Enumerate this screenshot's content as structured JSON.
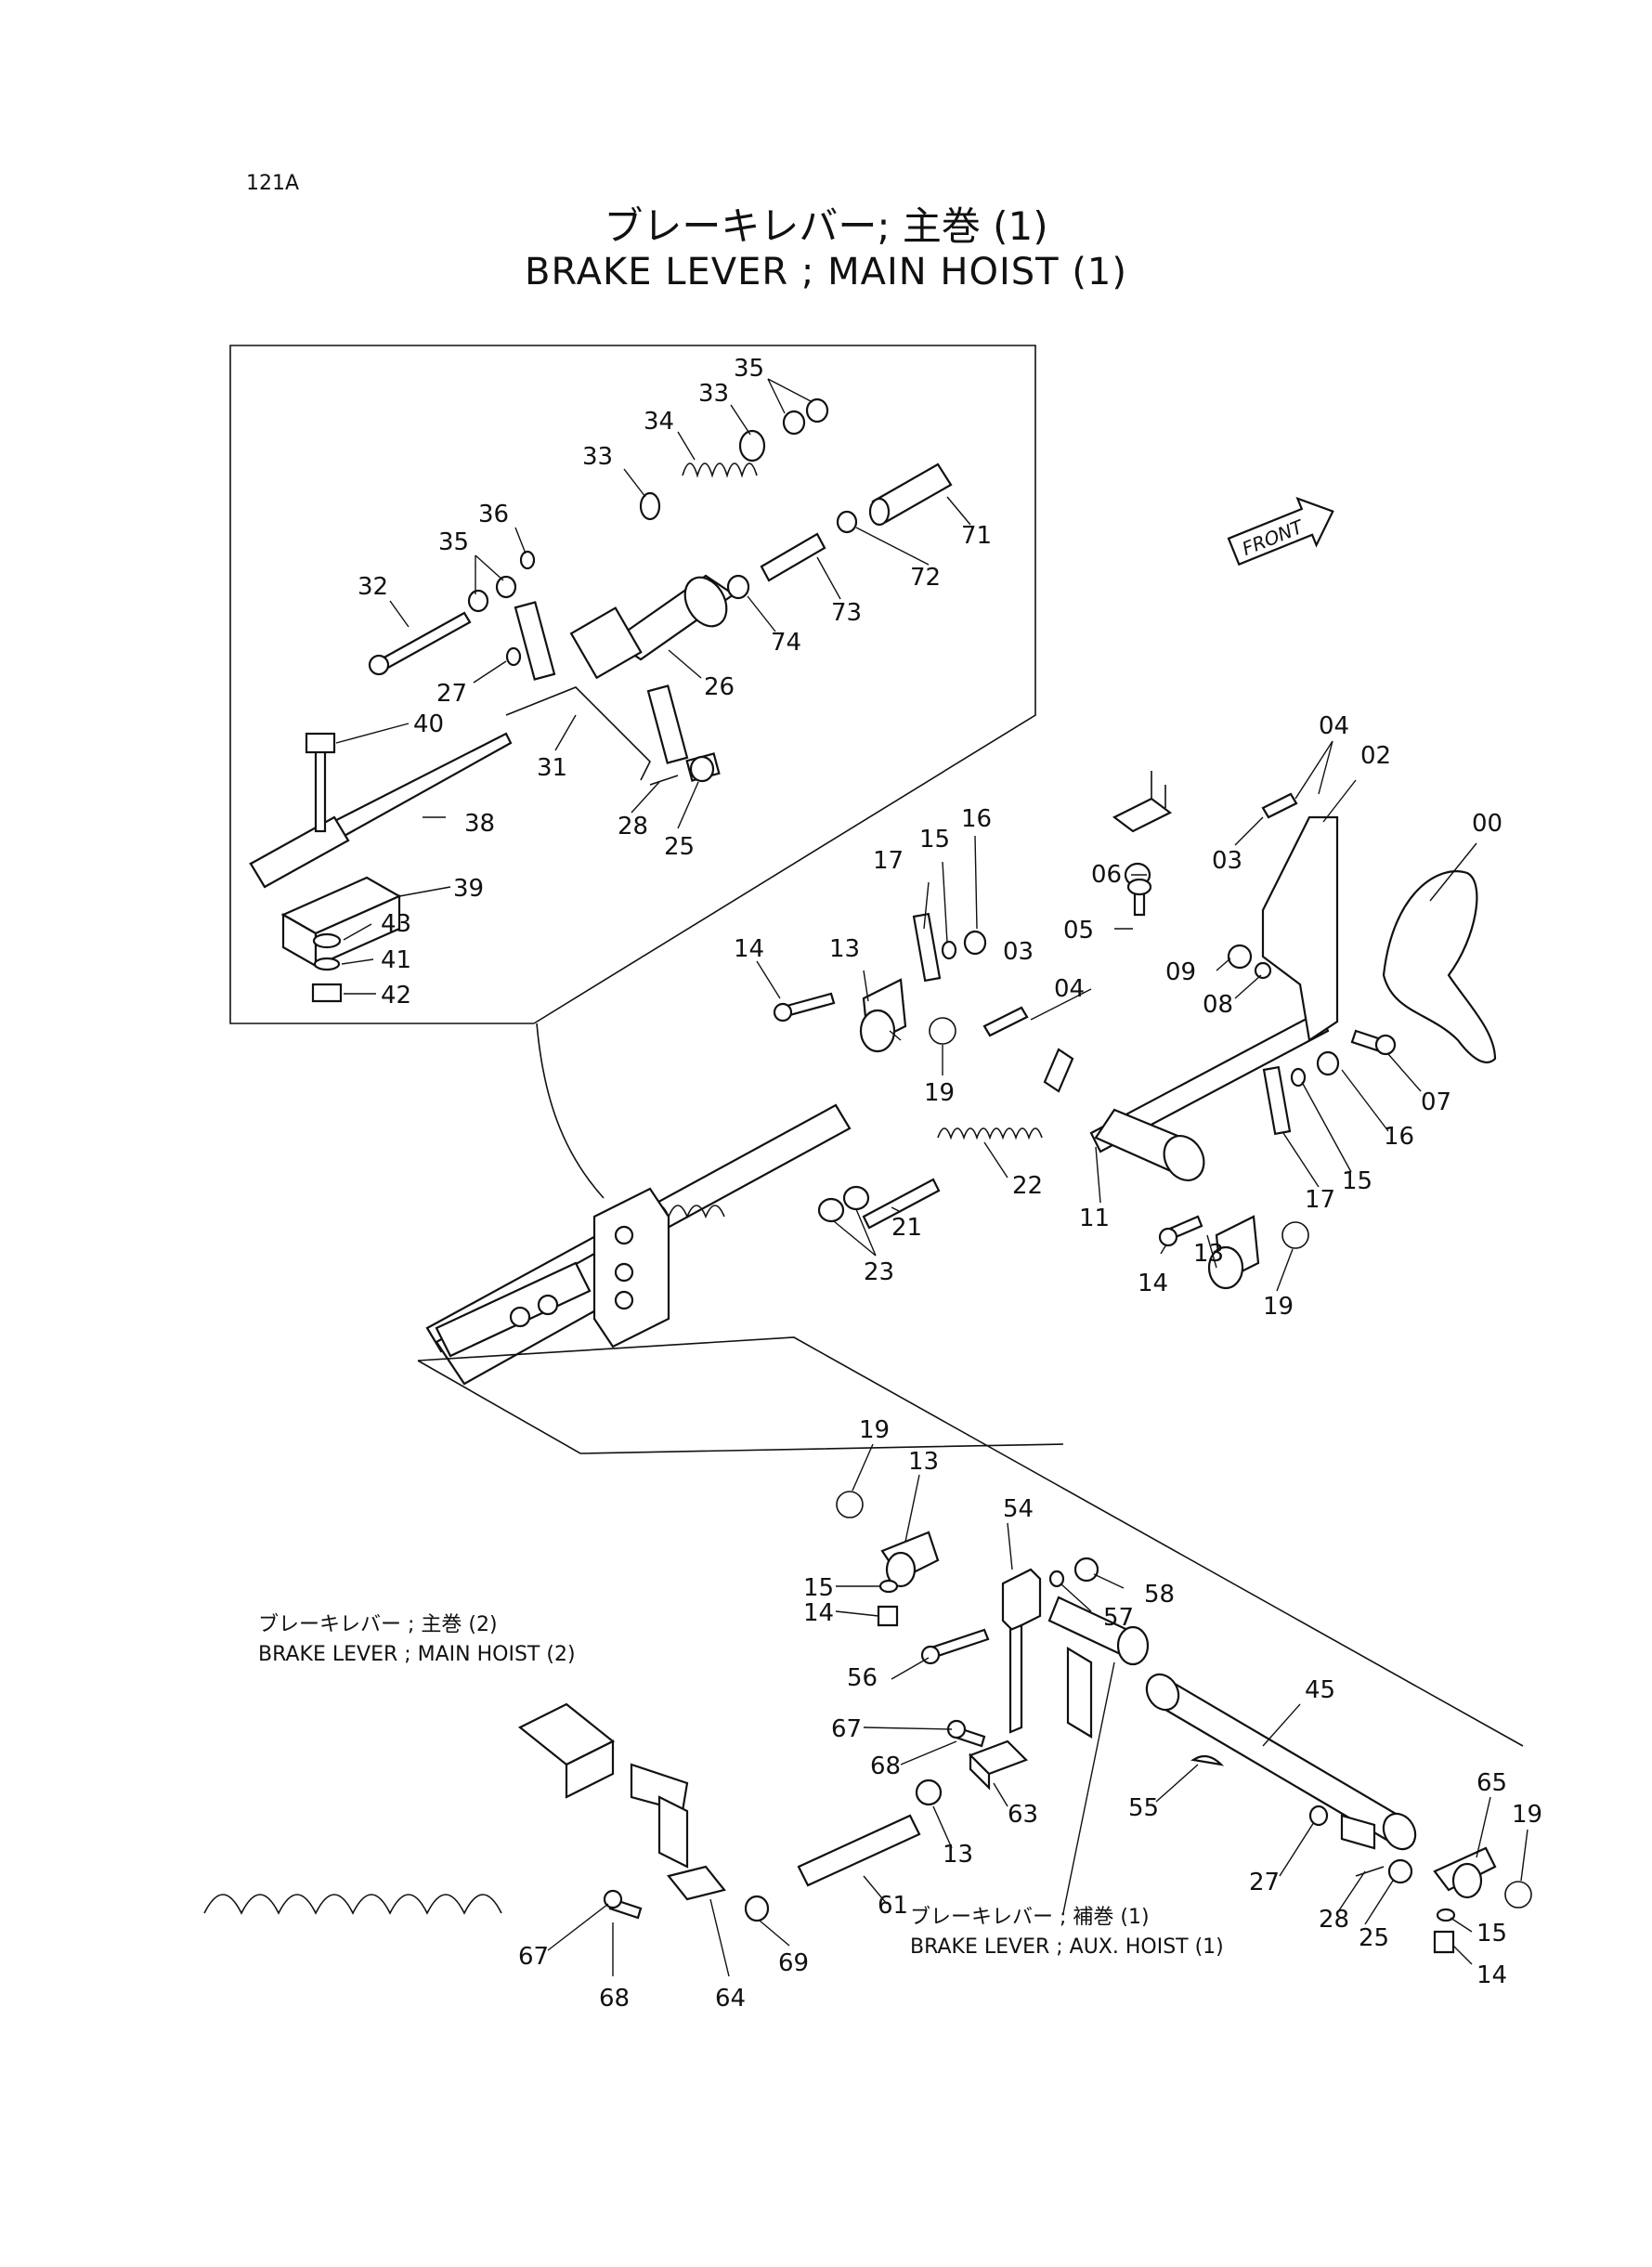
{
  "page_code": "121A",
  "title_jp": "ブレーキレバー; 主巻 (1)",
  "title_en": "BRAKE LEVER ; MAIN HOIST (1)",
  "front_label": "FRONT",
  "references": [
    {
      "jp": "ブレーキレバー ; 主巻 (2)",
      "en": "BRAKE LEVER ; MAIN HOIST (2)"
    },
    {
      "jp": "ブレーキレバー ; 補巻 (1)",
      "en": "BRAKE LEVER ; AUX. HOIST (1)"
    }
  ],
  "callouts": {
    "detail": [
      "35",
      "33",
      "34",
      "33",
      "36",
      "35",
      "71",
      "72",
      "32",
      "73",
      "74",
      "26",
      "27",
      "40",
      "31",
      "28",
      "25",
      "38",
      "39",
      "43",
      "41",
      "42"
    ],
    "middle": [
      "04",
      "02",
      "00",
      "03",
      "16",
      "06",
      "15",
      "17",
      "05",
      "13",
      "03",
      "04",
      "09",
      "14",
      "08",
      "07",
      "19",
      "16",
      "22",
      "15",
      "17",
      "21",
      "11",
      "14",
      "13",
      "23",
      "19"
    ],
    "bottom": [
      "19",
      "13",
      "54",
      "58",
      "15",
      "57",
      "14",
      "56",
      "45",
      "67",
      "68",
      "63",
      "55",
      "65",
      "13",
      "19",
      "27",
      "61",
      "28",
      "15",
      "25",
      "67",
      "69",
      "14",
      "68",
      "64"
    ]
  }
}
